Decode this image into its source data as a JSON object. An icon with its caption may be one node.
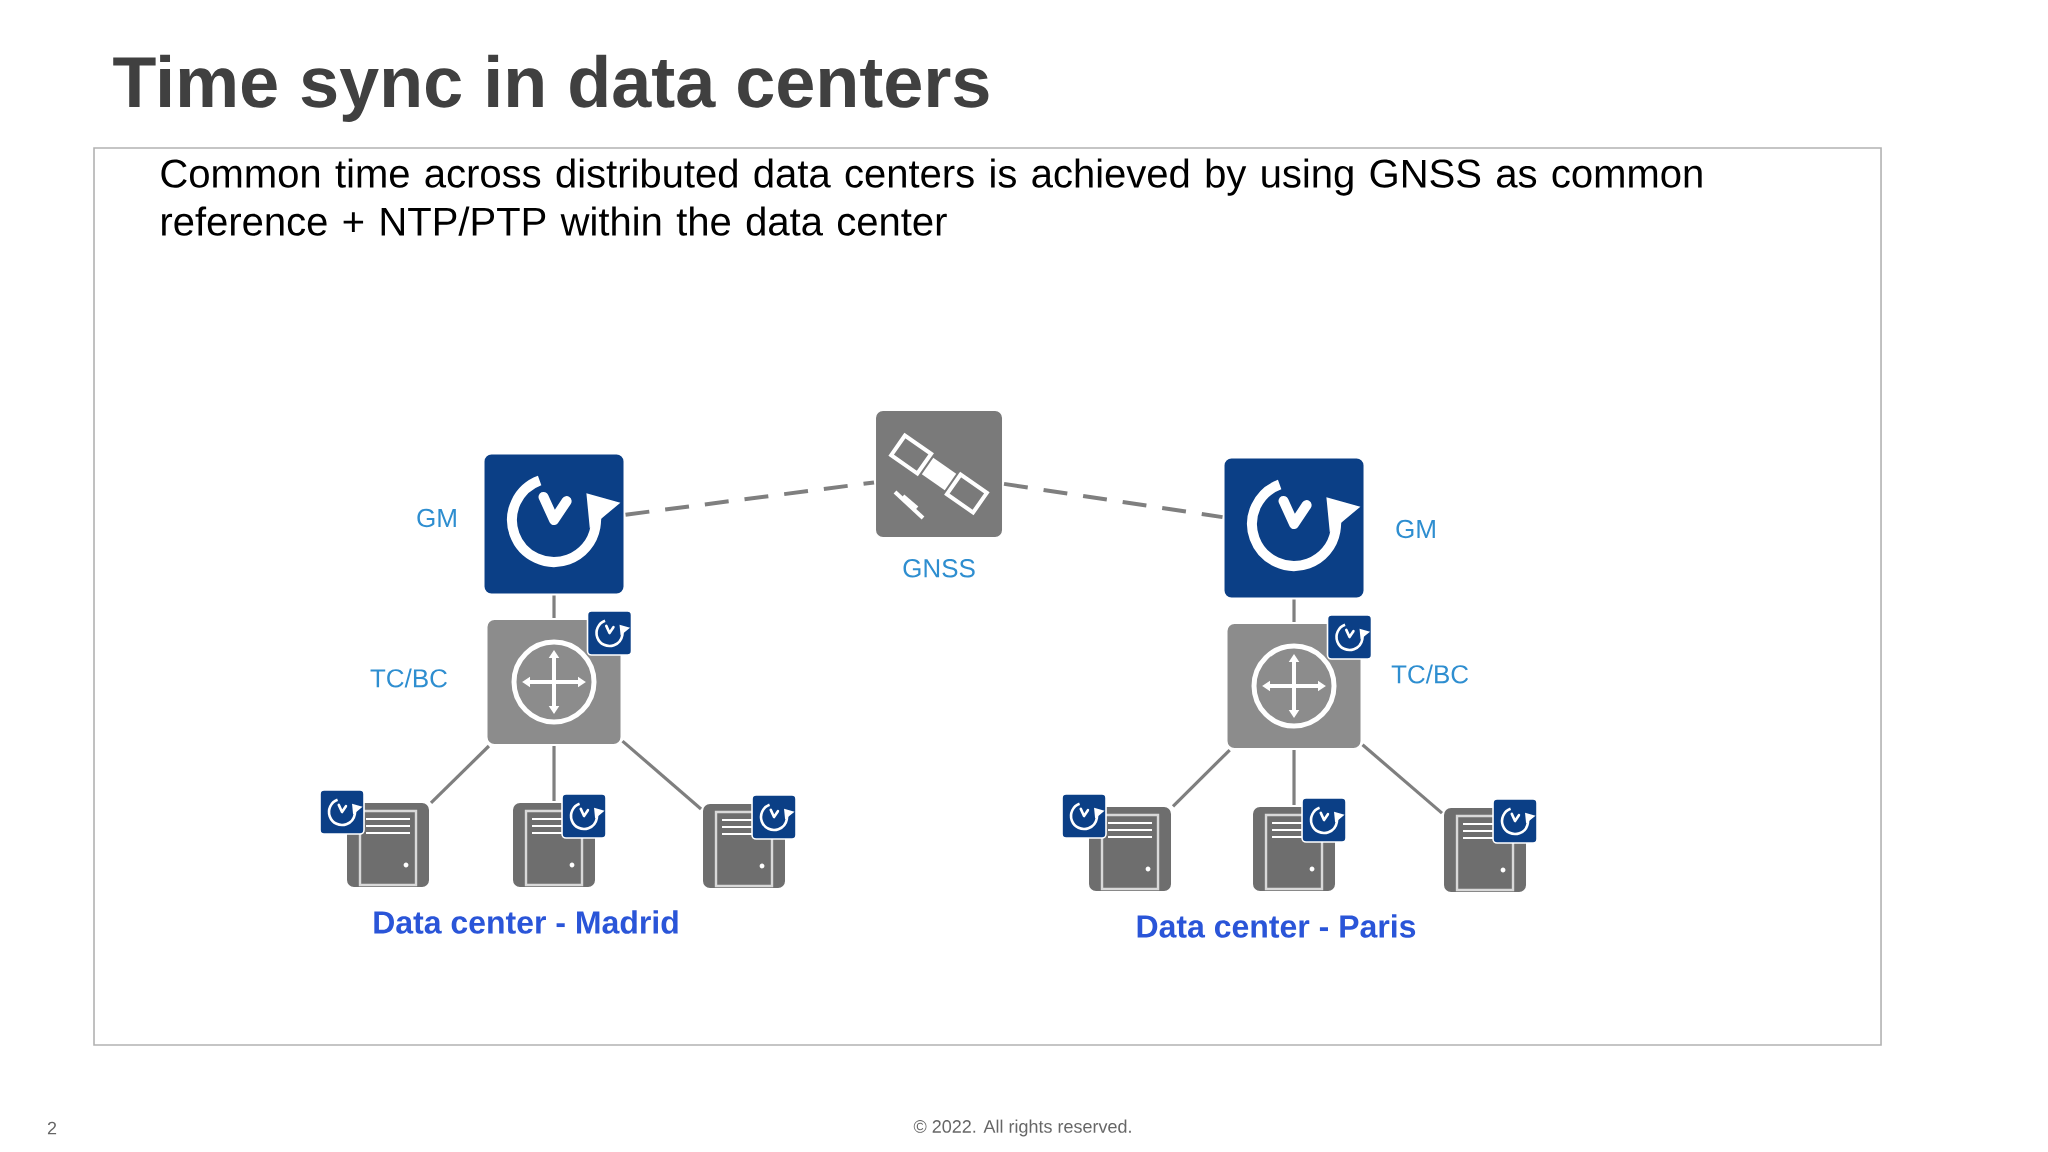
{
  "diagram": {
    "title": "Time sync in data centers",
    "nodes": [
      {
        "text": [],
        "shape": "box",
        "beside": [
          "GNSS"
        ]
      },
      {
        "text": [],
        "shape": "box",
        "beside": [
          "GM"
        ]
      },
      {
        "text": [],
        "shape": "box",
        "beside": [
          "TC/BC"
        ]
      },
      {
        "text": [],
        "shape": "box"
      },
      {
        "text": [],
        "shape": "box"
      },
      {
        "text": [],
        "shape": "box"
      },
      {
        "text": [],
        "shape": "box",
        "beside": [
          "GM"
        ]
      },
      {
        "text": [],
        "shape": "box",
        "beside": [
          "TC/BC"
        ]
      },
      {
        "text": [],
        "shape": "box"
      },
      {
        "text": [],
        "shape": "box"
      },
      {
        "text": [],
        "shape": "box"
      }
    ],
    "edges": [
      {
        "from": 1,
        "to": 0,
        "arrow": "none",
        "style": "dashed"
      },
      {
        "from": 0,
        "to": 6,
        "arrow": "none",
        "style": "dashed"
      },
      {
        "from": 1,
        "to": 2,
        "arrow": "none"
      },
      {
        "from": 2,
        "to": 3,
        "arrow": "none"
      },
      {
        "from": 2,
        "to": 4,
        "arrow": "none"
      },
      {
        "from": 2,
        "to": 5,
        "arrow": "none"
      },
      {
        "from": 6,
        "to": 7,
        "arrow": "none"
      },
      {
        "from": 7,
        "to": 8,
        "arrow": "none"
      },
      {
        "from": 7,
        "to": 9,
        "arrow": "none"
      },
      {
        "from": 7,
        "to": 10,
        "arrow": "none"
      }
    ],
    "labels": [
      "Common time across distributed data centers is achieved by using GNSS as common reference + NTP/PTP within the data center",
      "Data center - Madrid",
      "Data center - Paris",
      "2",
      "© 2022. All rights reserved."
    ]
  }
}
